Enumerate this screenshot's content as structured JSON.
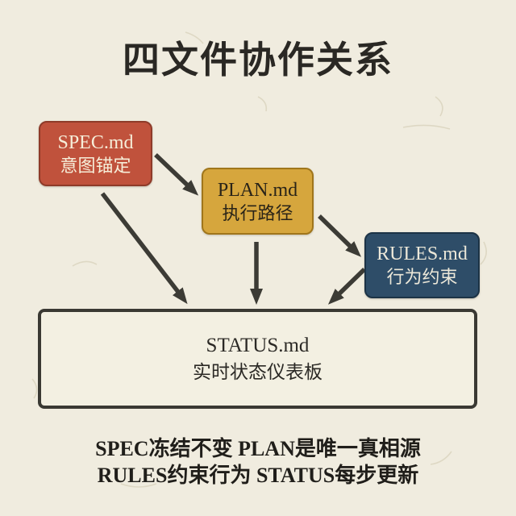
{
  "title": "四文件协作关系",
  "diagram": {
    "nodes": {
      "spec": {
        "title": "SPEC.md",
        "subtitle": "意图锚定",
        "fill": "#c0523c",
        "border": "#8e3b29",
        "text_color": "#f6eed9"
      },
      "plan": {
        "title": "PLAN.md",
        "subtitle": "执行路径",
        "fill": "#d6a63d",
        "border": "#a0761b",
        "text_color": "#2a2418"
      },
      "rules": {
        "title": "RULES.md",
        "subtitle": "行为约束",
        "fill": "#2e4d68",
        "border": "#1c3346",
        "text_color": "#ece8d9"
      },
      "status": {
        "title": "STATUS.md",
        "subtitle": "实时状态仪表板",
        "fill": "#f3f0e2",
        "border": "#3a3933",
        "text_color": "#2b2925"
      }
    },
    "edges": [
      {
        "from": "spec",
        "to": "plan"
      },
      {
        "from": "spec",
        "to": "status"
      },
      {
        "from": "plan",
        "to": "rules"
      },
      {
        "from": "plan",
        "to": "status"
      },
      {
        "from": "rules",
        "to": "status"
      }
    ]
  },
  "footer": {
    "line1": "SPEC冻结不变 PLAN是唯一真相源",
    "line2": "RULES约束行为 STATUS每步更新"
  },
  "colors": {
    "background": "#f0ecdf",
    "arrow": "#3c3b35",
    "title_text": "#2a2824",
    "footer_text": "#201e1a"
  }
}
